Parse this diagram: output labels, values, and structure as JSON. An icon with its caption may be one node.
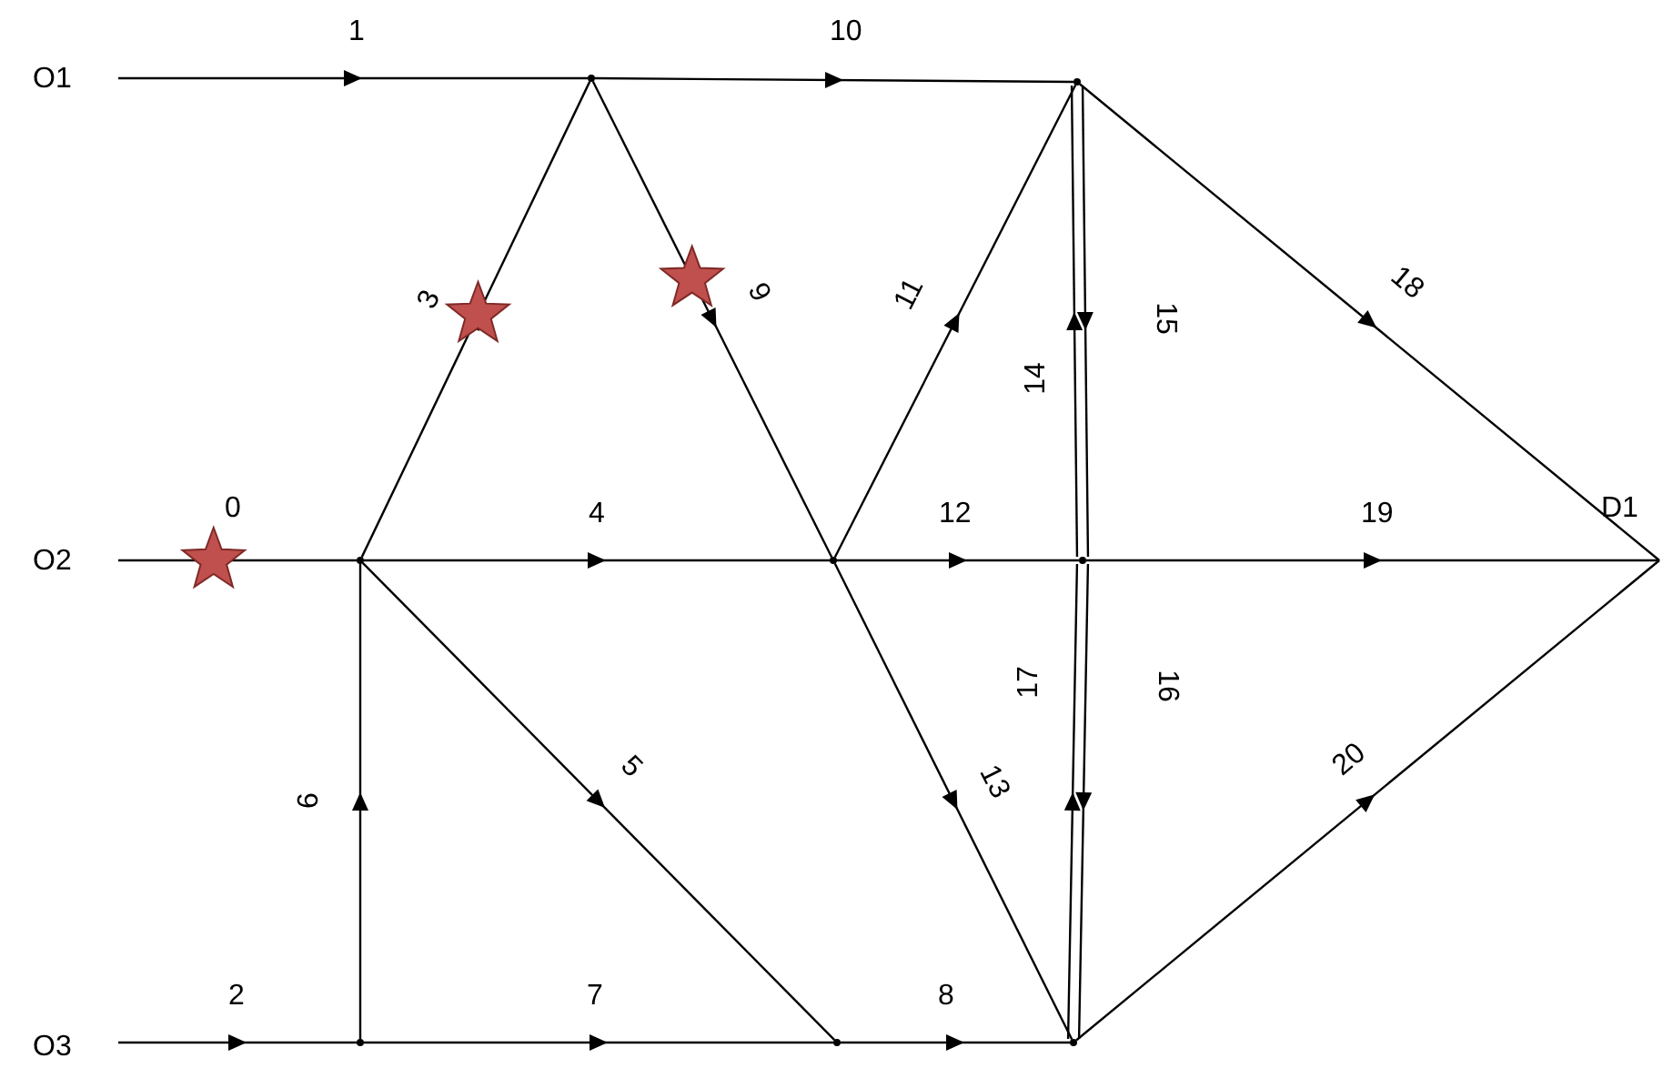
{
  "diagram": {
    "nodes": [
      {
        "text": [
          "O1"
        ]
      },
      {
        "text": [
          "O2"
        ]
      },
      {
        "text": [
          "O3"
        ]
      },
      {
        "text": [
          "D1"
        ]
      },
      {
        "text": [],
        "shape": "point"
      },
      {
        "text": [],
        "shape": "point"
      },
      {
        "text": [],
        "shape": "point"
      },
      {
        "text": [],
        "shape": "point"
      },
      {
        "text": [],
        "shape": "point"
      },
      {
        "text": [],
        "shape": "point"
      },
      {
        "text": [],
        "shape": "point"
      },
      {
        "text": [],
        "shape": "point"
      }
    ],
    "edges": [
      {
        "from": 1,
        "to": 6,
        "arrow": "none",
        "label": "0"
      },
      {
        "from": 0,
        "to": 4,
        "arrow": "to",
        "label": "1"
      },
      {
        "from": 2,
        "to": 9,
        "arrow": "to",
        "label": "2"
      },
      {
        "from": 6,
        "to": 4,
        "arrow": "to",
        "label": "3"
      },
      {
        "from": 6,
        "to": 7,
        "arrow": "to",
        "label": "4"
      },
      {
        "from": 6,
        "to": 10,
        "arrow": "to",
        "label": "5"
      },
      {
        "from": 9,
        "to": 6,
        "arrow": "to",
        "label": "6"
      },
      {
        "from": 9,
        "to": 10,
        "arrow": "to",
        "label": "7"
      },
      {
        "from": 10,
        "to": 11,
        "arrow": "to",
        "label": "8"
      },
      {
        "from": 4,
        "to": 7,
        "arrow": "to",
        "label": "9"
      },
      {
        "from": 4,
        "to": 5,
        "arrow": "to",
        "label": "10"
      },
      {
        "from": 7,
        "to": 5,
        "arrow": "to",
        "label": "11"
      },
      {
        "from": 7,
        "to": 8,
        "arrow": "to",
        "label": "12"
      },
      {
        "from": 7,
        "to": 11,
        "arrow": "to",
        "label": "13"
      },
      {
        "from": 8,
        "to": 5,
        "arrow": "to",
        "label": "14"
      },
      {
        "from": 5,
        "to": 8,
        "arrow": "to",
        "label": "15"
      },
      {
        "from": 8,
        "to": 11,
        "arrow": "to",
        "label": "16"
      },
      {
        "from": 11,
        "to": 8,
        "arrow": "to",
        "label": "17"
      },
      {
        "from": 5,
        "to": 3,
        "arrow": "to",
        "label": "18"
      },
      {
        "from": 8,
        "to": 3,
        "arrow": "to",
        "label": "19"
      },
      {
        "from": 11,
        "to": 3,
        "arrow": "to",
        "label": "20"
      }
    ]
  }
}
